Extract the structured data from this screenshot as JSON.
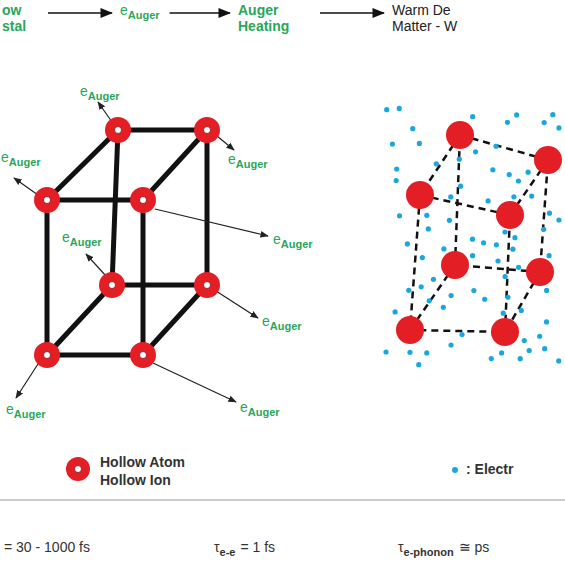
{
  "diagram": {
    "nodes": [
      {
        "text": [
          "ow stal"
        ]
      },
      {
        "text": [
          "e",
          "Auger"
        ]
      },
      {
        "text": [
          "Auger Heating"
        ]
      },
      {
        "text": [
          "Warm De Matter - W"
        ]
      }
    ],
    "edges": [
      {
        "from": 0,
        "to": 1,
        "arrow": "to"
      },
      {
        "from": 1,
        "to": 2,
        "arrow": "to"
      },
      {
        "from": 2,
        "to": 3,
        "arrow": "to"
      }
    ],
    "labels": [
      "e",
      "Auger",
      "e",
      "Auger",
      "e",
      "Auger",
      "e",
      "Auger",
      "e",
      "Auger",
      "e",
      "Auger",
      "e",
      "Auger",
      "e",
      "Auger",
      "= 30 - 1000 fs",
      "τ",
      "e-e",
      "= 1 fs",
      "τ",
      "e-phonon",
      "≅ ps"
    ],
    "legend": [
      {
        "text": "Hollow Atom"
      },
      {
        "text": "Hollow Ion"
      },
      {
        "text": ": Electr",
        "color": "#1aa7e0"
      }
    ]
  }
}
